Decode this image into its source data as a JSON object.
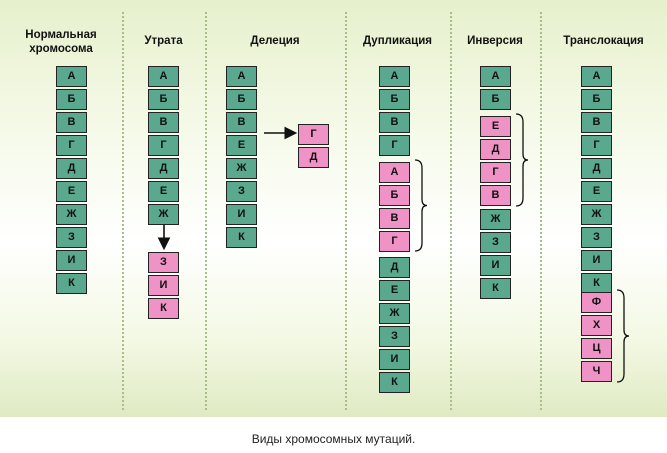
{
  "caption": "Виды хромосомных мутаций.",
  "colors": {
    "normal": "#5aa98e",
    "changed": "#ef93c6",
    "background": "#e6f0cc"
  },
  "columns": [
    {
      "title": "Нормальная\nхромосома",
      "segments": [
        {
          "genes": [
            "А",
            "Б",
            "В",
            "Г",
            "Д",
            "Е",
            "Ж",
            "З",
            "И",
            "К"
          ],
          "color": "normal"
        }
      ]
    },
    {
      "title": "Утрата",
      "segments": [
        {
          "genes": [
            "А",
            "Б",
            "В",
            "Г",
            "Д",
            "Е",
            "Ж"
          ],
          "color": "normal"
        },
        {
          "genes": [
            "З",
            "И",
            "К"
          ],
          "color": "changed"
        }
      ]
    },
    {
      "title": "Делеция",
      "segments": [
        {
          "genes": [
            "А",
            "Б",
            "В"
          ],
          "color": "normal"
        },
        {
          "genes": [
            "Е",
            "Ж",
            "З",
            "И",
            "К"
          ],
          "color": "normal"
        },
        {
          "genes": [
            "Г",
            "Д"
          ],
          "color": "changed"
        }
      ]
    },
    {
      "title": "Дупликация",
      "segments": [
        {
          "genes": [
            "А",
            "Б",
            "В",
            "Г"
          ],
          "color": "normal"
        },
        {
          "genes": [
            "А",
            "Б",
            "В",
            "Г"
          ],
          "color": "changed"
        },
        {
          "genes": [
            "Д",
            "Е",
            "Ж",
            "З",
            "И",
            "К"
          ],
          "color": "normal"
        }
      ]
    },
    {
      "title": "Инверсия",
      "segments": [
        {
          "genes": [
            "А",
            "Б"
          ],
          "color": "normal"
        },
        {
          "genes": [
            "Е",
            "Д",
            "Г",
            "В"
          ],
          "color": "changed"
        },
        {
          "genes": [
            "Ж",
            "З",
            "И",
            "К"
          ],
          "color": "normal"
        }
      ]
    },
    {
      "title": "Транслокация",
      "segments": [
        {
          "genes": [
            "А",
            "Б",
            "В",
            "Г",
            "Д",
            "Е",
            "Ж",
            "З",
            "И",
            "К"
          ],
          "color": "normal"
        },
        {
          "genes": [
            "Ф",
            "Х",
            "Ц",
            "Ч"
          ],
          "color": "changed"
        }
      ]
    }
  ]
}
